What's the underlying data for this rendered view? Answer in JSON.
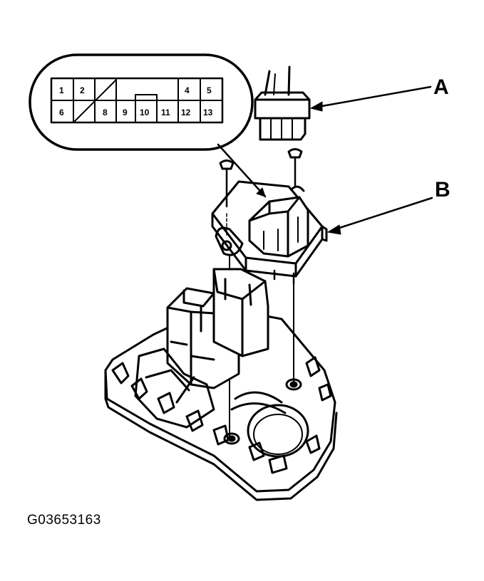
{
  "callouts": {
    "a": "A",
    "b": "B"
  },
  "connector_pins": {
    "top_row": [
      "1",
      "2",
      "4",
      "5"
    ],
    "bottom_row": [
      "6",
      "8",
      "9",
      "10",
      "11",
      "12",
      "13"
    ]
  },
  "figure_id": "G03653163"
}
